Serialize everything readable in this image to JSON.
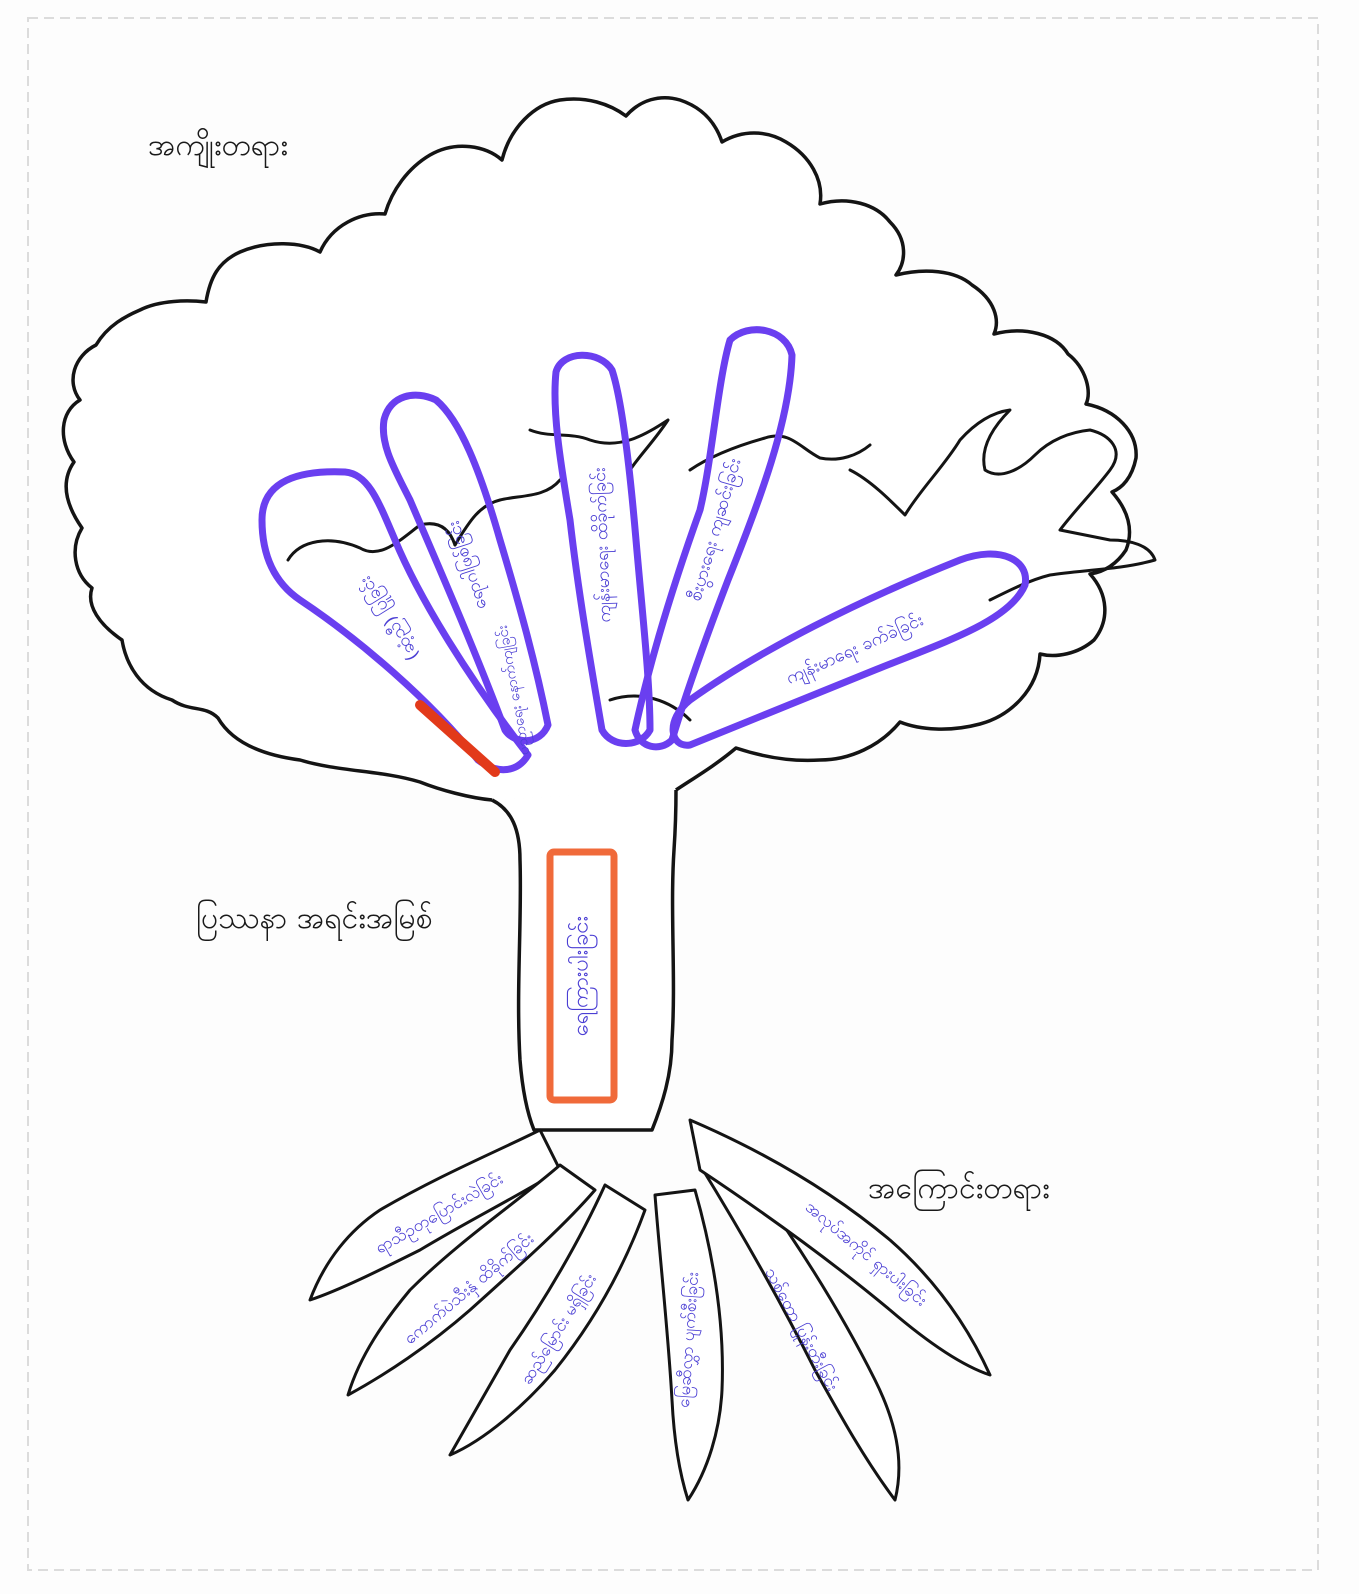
{
  "labels": {
    "effects": "အကျိုးတရား",
    "core_problem": "ပြဿနာ အရင်းအမြစ်",
    "causes": "အကြောင်းတရား"
  },
  "core_problem_text": "ရေကြားပါးခြင်း",
  "effects_list": [
    "(ဆံ့ညီ) ပြုခြင်း",
    "ရောဂါဖြစ်ခြင်း",
    "ကျန်းမာရေး ထိခိုက်ခြင်း",
    "ပညာရေး နောက်ကျခြင်း",
    "စီးပွားရေး ကျဆင်းခြင်း",
    "ကျန်းမာရေး ခက်ခဲခြင်း"
  ],
  "causes_list": [
    "ရာသီဥတုပြောင်းလဲခြင်း",
    "ကောက်ပဲသီးနှံ ထိခိုက်ခြင်း",
    "ဆည်မြောင်း မရှိခြင်း",
    "မြေဆီလွှာ ပျက်စီးခြင်း",
    "သစ်တော ပြုန်းတီးခြင်း",
    "အလုပ်အကိုင် ရှားပါးခြင်း"
  ],
  "colors": {
    "ink": "#141414",
    "effect_outline": "#6a3ff0",
    "core_outline": "#f06a3a",
    "text_blue": "#4b3fd4"
  }
}
